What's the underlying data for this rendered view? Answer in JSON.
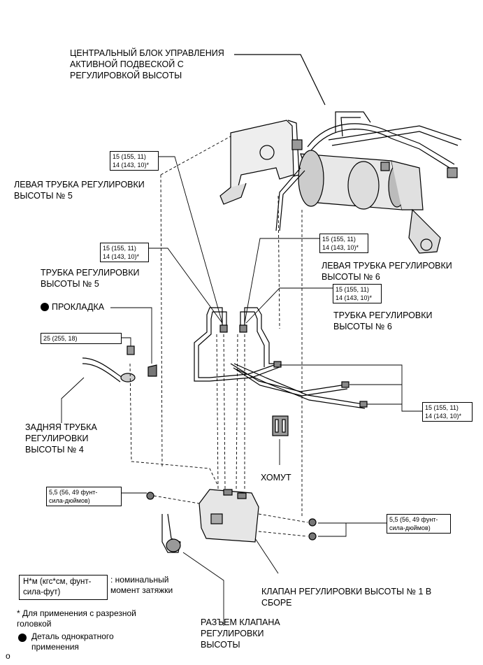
{
  "labels": {
    "central_unit": "ЦЕНТРАЛЬНЫЙ БЛОК УПРАВЛЕНИЯ\nАКТИВНОЙ ПОДВЕСКОЙ С\nРЕГУЛИРОВКОЙ ВЫСОТЫ",
    "left_tube_5": "ЛЕВАЯ ТРУБКА РЕГУЛИРОВКИ\nВЫСОТЫ № 5",
    "tube_5": "ТРУБКА РЕГУЛИРОВКИ\nВЫСОТЫ № 5",
    "gasket": "ПРОКЛАДКА",
    "left_tube_6": "ЛЕВАЯ ТРУБКА РЕГУЛИРОВКИ\nВЫСОТЫ № 6",
    "tube_6": "ТРУБКА РЕГУЛИРОВКИ\nВЫСОТЫ № 6",
    "rear_tube_4": "ЗАДНЯЯ ТРУБКА\nРЕГУЛИРОВКИ\nВЫСОТЫ № 4",
    "clamp": "ХОМУТ",
    "valve_assy": "КЛАПАН РЕГУЛИРОВКИ ВЫСОТЫ № 1 В\nСБОРЕ",
    "valve_connector": "РАЗЪЕМ КЛАПАНА\nРЕГУЛИРОВКИ\nВЫСОТЫ"
  },
  "torque": {
    "t1": "15 (155, 11)\n14 (143, 10)*",
    "t2": "15 (155, 11)\n14 (143, 10)*",
    "t3": "15 (155, 11)\n14 (143, 10)*",
    "t4": "15 (155, 11)\n14 (143, 10)*",
    "t5": "25 (255, 18)",
    "t6": "15 (155, 11)\n14 (143, 10)*",
    "t7": "5,5 (56, 49 фунт-\nсила-дюймов)",
    "t8": "5,5 (56, 49 фунт-\nсила-дюймов)"
  },
  "legend": {
    "unit_box": "Н*м (кгс*см, фунт-\nсила-фут)",
    "unit_desc": ": номинальный\nмомент затяжки",
    "note_star": "* Для применения с разрезной\nголовкой",
    "note_dot": "Деталь однократного\nприменения"
  },
  "footer": {
    "code": "o"
  }
}
